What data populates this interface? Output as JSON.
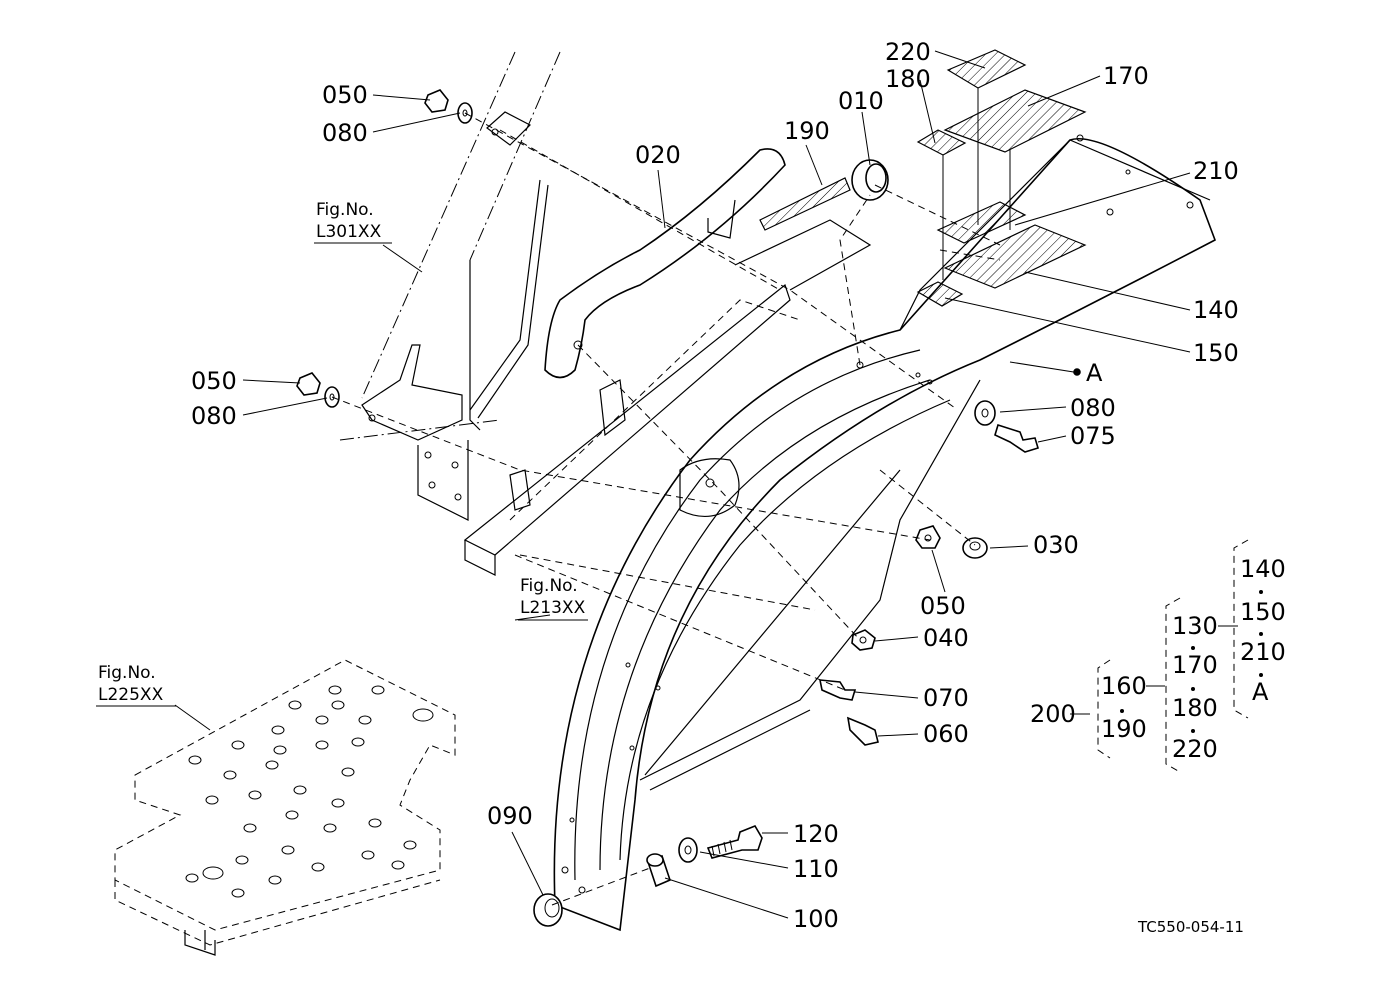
{
  "diagram_code": "TC550-054-11",
  "figure_refs": [
    {
      "id": "fig-l301",
      "prefix": "Fig.No.",
      "code": "L301XX"
    },
    {
      "id": "fig-l213",
      "prefix": "Fig.No.",
      "code": "L213XX"
    },
    {
      "id": "fig-l225",
      "prefix": "Fig.No.",
      "code": "L225XX"
    }
  ],
  "part_labels": [
    "050",
    "080",
    "050",
    "080",
    "020",
    "190",
    "010",
    "220",
    "180",
    "170",
    "210",
    "140",
    "150",
    "A",
    "080",
    "075",
    "030",
    "050",
    "040",
    "070",
    "060",
    "090",
    "120",
    "110",
    "100"
  ],
  "assembly_tree": {
    "root": "200",
    "level1": [
      "160",
      "190"
    ],
    "level2_head": "130",
    "level2_items": [
      "170",
      "180",
      "220"
    ],
    "level3": [
      "140",
      "150",
      "210",
      "A"
    ]
  }
}
